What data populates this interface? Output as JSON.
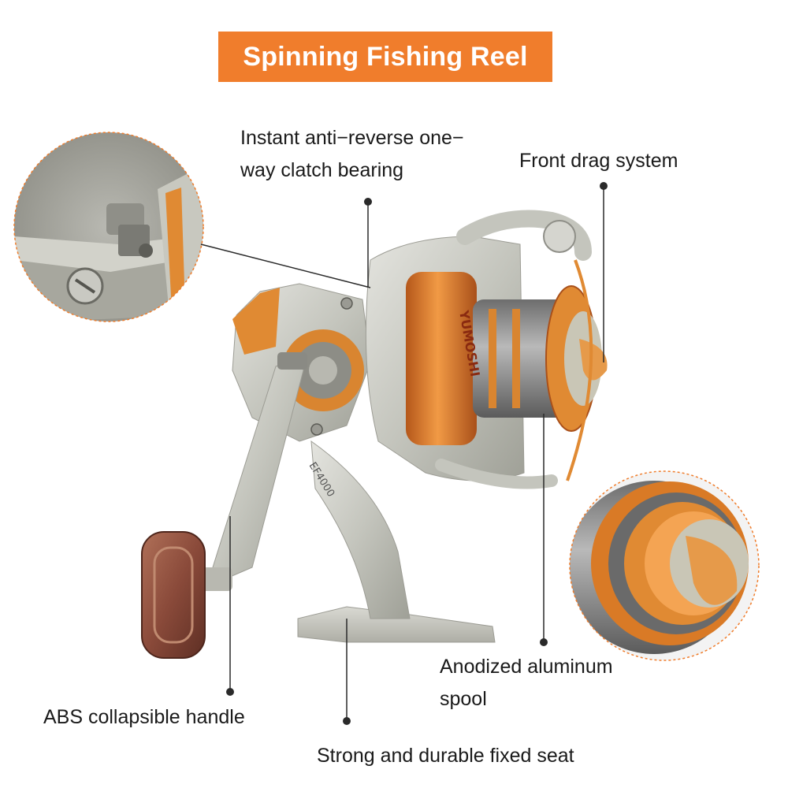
{
  "title": "Spinning Fishing Reel",
  "annotations": {
    "bearing_line1": "Instant anti−reverse one−",
    "bearing_line2": "way clatch bearing",
    "front_drag": "Front drag system",
    "spool_line1": "Anodized aluminum",
    "spool_line2": "spool",
    "handle": "ABS collapsible handle",
    "seat": "Strong and durable fixed seat"
  },
  "reel": {
    "model_mark": "EF4000",
    "spool_brand": "YUMOSHI"
  },
  "colors": {
    "banner": "#f07d2c",
    "accent_orange": "#e8862a",
    "body_silver": "#c9c9c2",
    "wood": "#8a4a3a",
    "leader_line": "#2a2a2a"
  }
}
